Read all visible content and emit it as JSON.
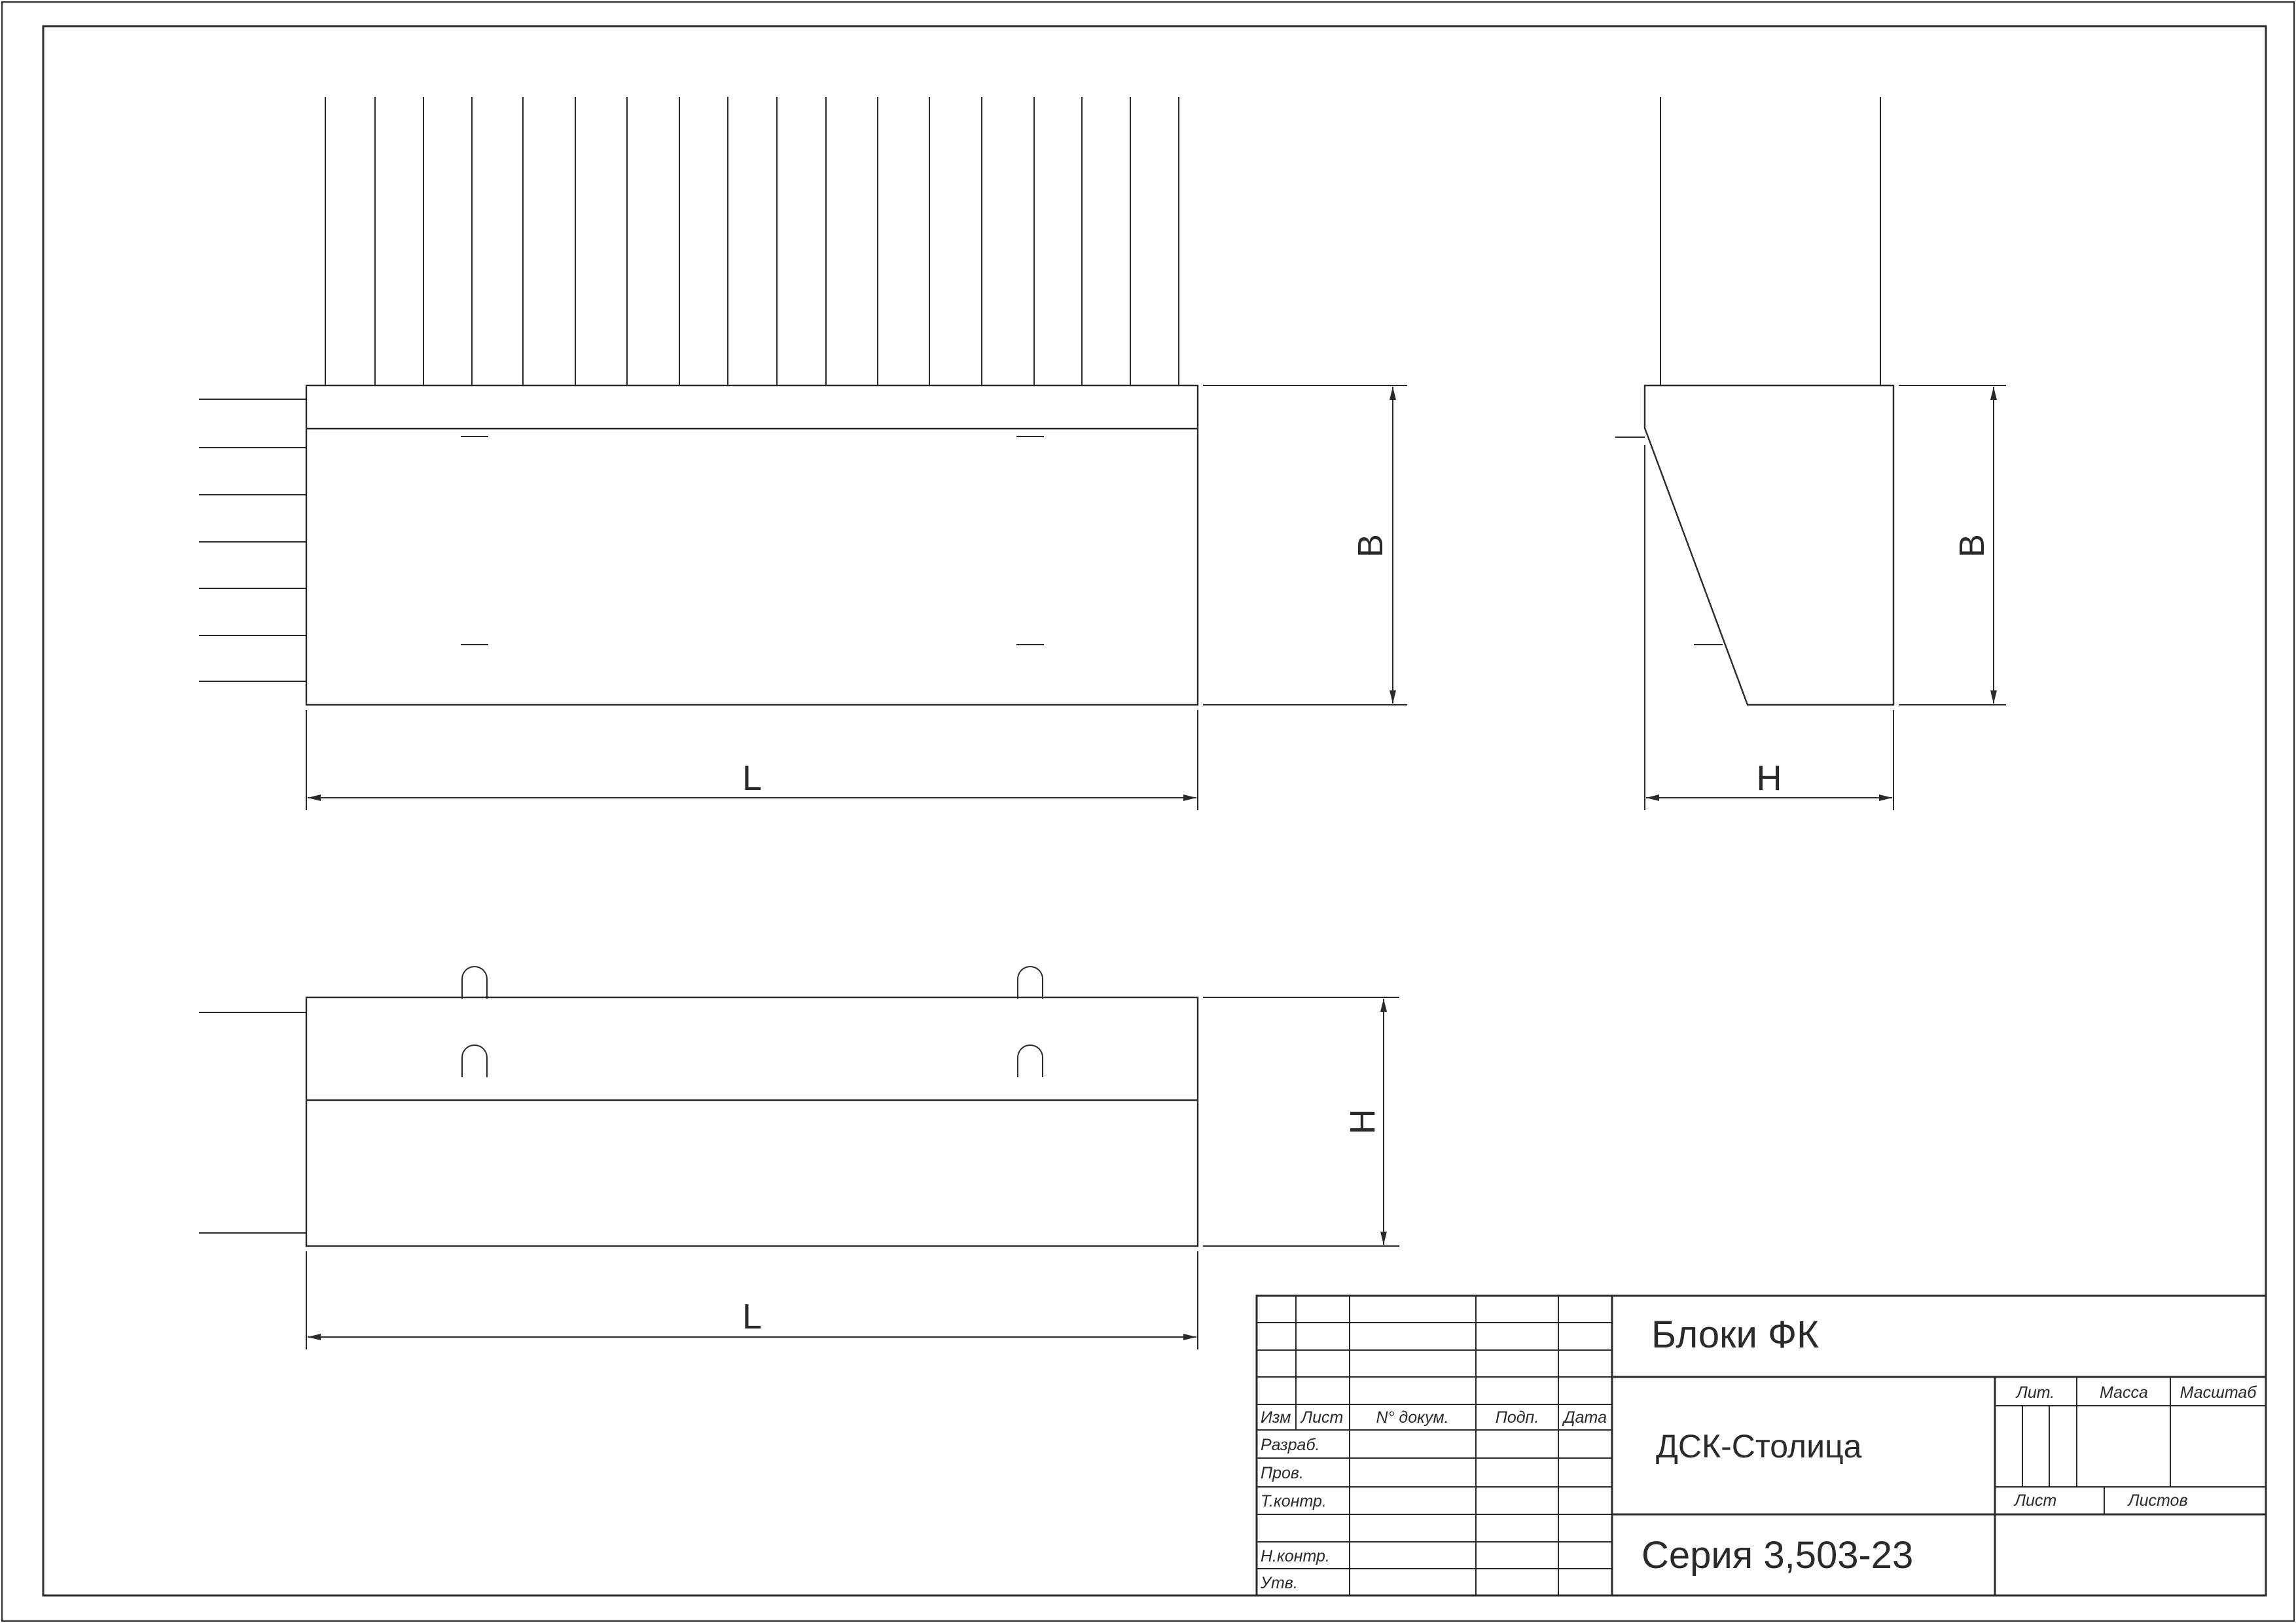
{
  "drawing": {
    "dimensions": {
      "front_length": "L",
      "front_height": "B",
      "side_width": "H",
      "side_height": "B",
      "plan_length": "L",
      "plan_height": "H"
    }
  },
  "title_block": {
    "title": "Блоки ФК",
    "organization": "ДСК-Столица",
    "series": "Серия 3,503-23",
    "revision_headers": {
      "izm": "Изм",
      "list": "Лист",
      "doc_no": "N° докум.",
      "sign": "Подп.",
      "date": "Дата"
    },
    "roles": {
      "developed": "Разраб.",
      "checked": "Пров.",
      "tech_control": "Т.контр.",
      "norm_control": "Н.контр.",
      "approved": "Утв."
    },
    "info_headers": {
      "letter": "Лит.",
      "mass": "Масса",
      "scale": "Масштаб",
      "sheet": "Лист",
      "sheets": "Листов"
    }
  }
}
